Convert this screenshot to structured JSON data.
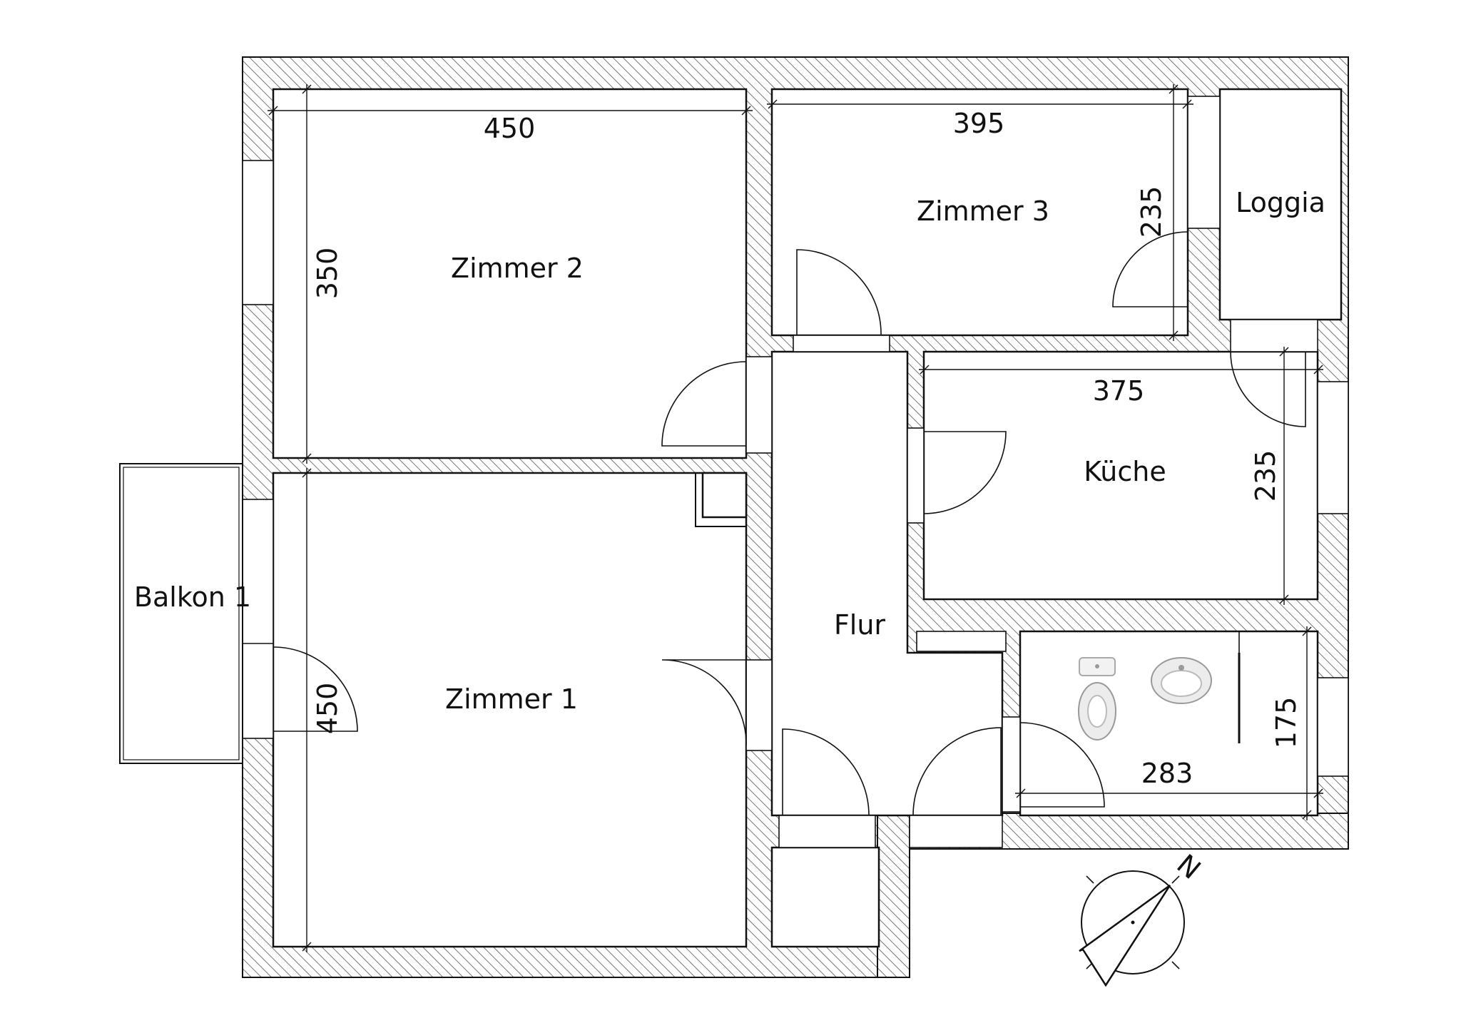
{
  "rooms": {
    "zimmer1": "Zimmer 1",
    "zimmer2": "Zimmer 2",
    "zimmer3": "Zimmer 3",
    "kueche": "Küche",
    "flur": "Flur",
    "loggia": "Loggia",
    "balkon": "Balkon 1"
  },
  "dimensions": {
    "zimmer2_width": "450",
    "zimmer2_depth": "350",
    "zimmer3_width": "395",
    "zimmer3_depth": "235",
    "kueche_width": "375",
    "kueche_depth": "235",
    "zimmer1_depth": "450",
    "bad_width": "283",
    "bad_depth": "175"
  },
  "compass": {
    "label": "N"
  }
}
